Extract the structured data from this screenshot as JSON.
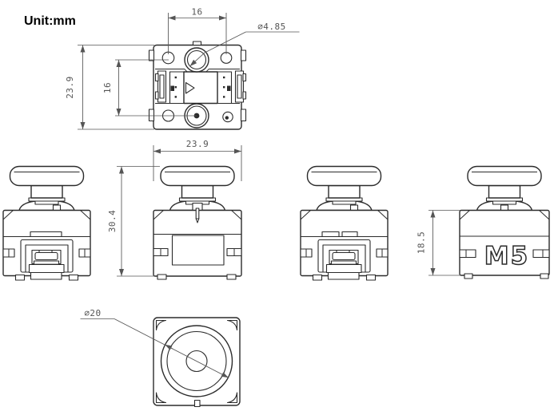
{
  "unit_label": "Unit:mm",
  "brand_logo": "M5",
  "dimensions": {
    "top_hole_spacing": "16",
    "top_button_diameter": "∅4.85",
    "top_body_height": "23.9",
    "top_inner_spacing": "16",
    "body_width": "23.9",
    "front_total_height": "30.4",
    "side_body_height": "18.5",
    "bottom_circle_diameter": "∅20"
  }
}
